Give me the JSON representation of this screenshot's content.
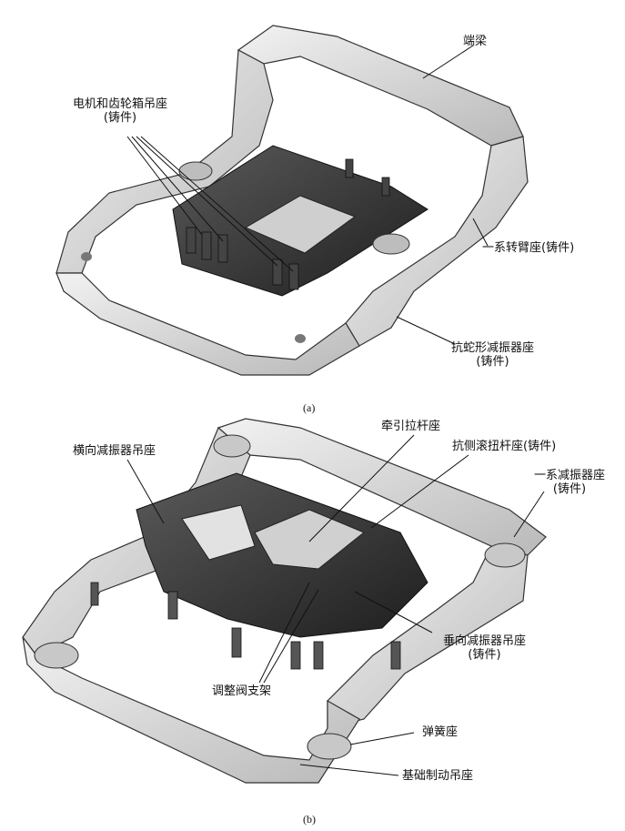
{
  "figure_a": {
    "caption": "(a)",
    "labels": {
      "end_beam": "端梁",
      "motor_gearbox_hanger": [
        "电机和齿轮箱吊座",
        "(铸件)"
      ],
      "primary_arm_seat": "一系转臂座(铸件)",
      "anti_yaw_damper_seat": [
        "抗蛇形减振器座",
        "(铸件)"
      ]
    }
  },
  "figure_b": {
    "caption": "(b)",
    "labels": {
      "lateral_damper_hanger": "横向减振器吊座",
      "traction_rod_seat": "牵引拉杆座",
      "anti_roll_bar_seat": "抗侧滚扭杆座(铸件)",
      "primary_damper_seat": [
        "一系减振器座",
        "(铸件)"
      ],
      "vertical_damper_hanger": [
        "垂向减振器吊座",
        "(铸件)"
      ],
      "valve_bracket": "调整阀支架",
      "spring_seat": "弹簧座",
      "brake_hanger": "基础制动吊座"
    }
  },
  "colors": {
    "frame_light": "#d6d6d6",
    "frame_mid": "#9a9a9a",
    "frame_dark": "#2a2a2a",
    "line": "#111111"
  }
}
